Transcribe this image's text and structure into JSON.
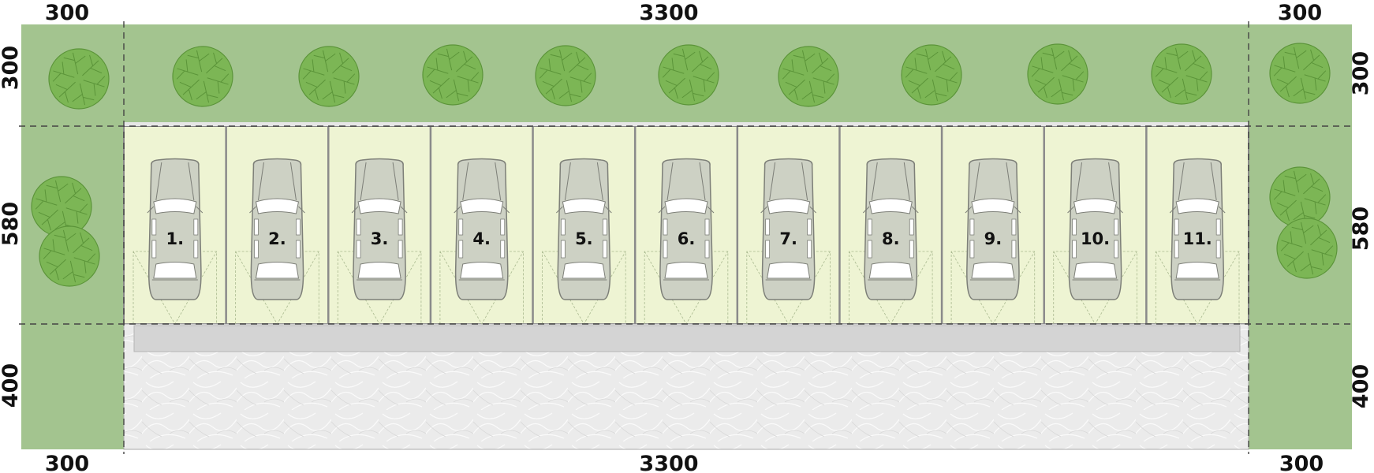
{
  "dimensions": {
    "top": [
      "300",
      "3300",
      "300"
    ],
    "bottom": [
      "300",
      "3300",
      "300"
    ],
    "left": [
      "300",
      "580",
      "400"
    ],
    "right": [
      "300",
      "580",
      "400"
    ]
  },
  "parking_bays": [
    "1.",
    "2.",
    "3.",
    "4.",
    "5.",
    "6.",
    "7.",
    "8.",
    "9.",
    "10.",
    "11."
  ],
  "colors": {
    "lawn": "#a3c48f",
    "tree": "#7cb655",
    "tree_outline": "#5b9439",
    "parking": "#eef4d3",
    "car": "#cdd1c4",
    "curb": "#d4d4d4",
    "paving": "#ebebeb"
  }
}
